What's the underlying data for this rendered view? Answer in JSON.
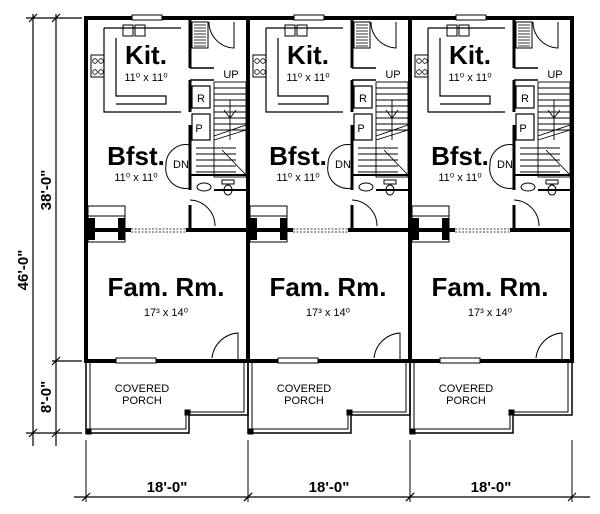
{
  "units": [
    {
      "kitchen": {
        "label": "Kit.",
        "size": "11⁰ x 11⁰"
      },
      "breakfast": {
        "label": "Bfst.",
        "size": "11⁰ x 11⁰"
      },
      "family": {
        "label": "Fam. Rm.",
        "size": "17³ x 14⁰"
      },
      "porch": [
        "COVERED",
        "PORCH"
      ],
      "width": "18'-0\""
    },
    {
      "kitchen": {
        "label": "Kit.",
        "size": "11⁰ x 11⁰"
      },
      "breakfast": {
        "label": "Bfst.",
        "size": "11⁰ x 11⁰"
      },
      "family": {
        "label": "Fam. Rm.",
        "size": "17³ x 14⁰"
      },
      "porch": [
        "COVERED",
        "PORCH"
      ],
      "width": "18'-0\""
    },
    {
      "kitchen": {
        "label": "Kit.",
        "size": "11⁰ x 11⁰"
      },
      "breakfast": {
        "label": "Bfst.",
        "size": "11⁰ x 11⁰"
      },
      "family": {
        "label": "Fam. Rm.",
        "size": "17³ x 14⁰"
      },
      "porch": [
        "COVERED",
        "PORCH"
      ],
      "width": "18'-0\""
    }
  ],
  "symbols": {
    "up": "UP",
    "down": "DN",
    "refrigerator": "R",
    "pantry": "P"
  },
  "dimensions": {
    "overall_depth": "46'-0\"",
    "house_depth": "38'-0\"",
    "porch_depth": "8'-0\""
  }
}
